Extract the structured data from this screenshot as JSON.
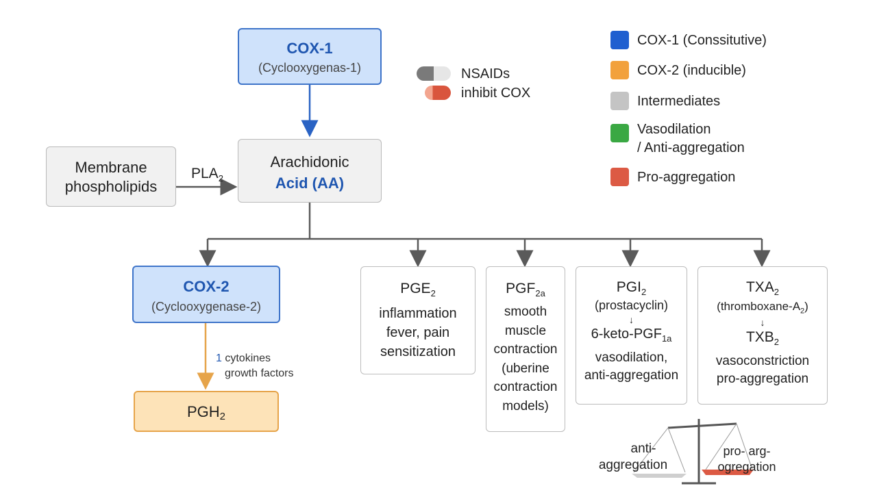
{
  "cox1": {
    "title": "COX-1",
    "subtitle": "(Cyclooxygenas-1)"
  },
  "membrane": {
    "line1": "Membrane",
    "line2": "phospholipids"
  },
  "pla2": {
    "label": "PLA",
    "sub": "2"
  },
  "aa": {
    "line1": "Arachidonic",
    "line2": "Acid (AA)"
  },
  "nsaids": {
    "line1": "NSAIDs",
    "line2": "inhibit COX"
  },
  "legend": {
    "items": [
      {
        "label": "COX-1 (Conssitutive)",
        "color": "#1f5fd0"
      },
      {
        "label": "COX-2 (inducible)",
        "color": "#f2a13c"
      },
      {
        "label": "Intermediates",
        "color": "#c4c4c4"
      },
      {
        "label": "Vasodilation",
        "label2": "/ Anti-aggregation",
        "color": "#3aa843"
      },
      {
        "label": "Pro-aggregation",
        "color": "#dc5a44"
      }
    ]
  },
  "cox2": {
    "title": "COX-2",
    "subtitle": "(Cyclooxygenase-2)"
  },
  "cytokines": {
    "arrow": "1",
    "line1": "cytokines",
    "line2": "growth factors"
  },
  "pgh2": {
    "label": "PGH",
    "sub": "2"
  },
  "pge2": {
    "title": "PGE",
    "sub": "2",
    "lines": [
      "inflammation",
      "fever, pain",
      "sensitization"
    ]
  },
  "pgf2a": {
    "title": "PGF",
    "sub": "2a",
    "lines": [
      "smooth",
      "muscle",
      "contraction",
      "(uberine",
      "contraction",
      "models)"
    ]
  },
  "pgi2": {
    "title": "PGI",
    "sub": "2",
    "line1": "(prostacyclin)",
    "arrow": "↓",
    "metab": "6-keto-PGF",
    "metab_sub": "1a",
    "lines": [
      "vasodilation,",
      "anti-aggregation"
    ]
  },
  "txa2": {
    "title": "TXA",
    "sub": "2",
    "line1": "(thromboxane-A",
    "line1_sub": "2",
    "line1_end": ")",
    "arrow": "↓",
    "metab": "TXB",
    "metab_sub": "2",
    "lines": [
      "vasoconstriction",
      "pro-aggregation"
    ]
  },
  "balance": {
    "left1": "anti-",
    "left2": "aggregation",
    "right1": "pro-  arg-",
    "right2": "ogregation"
  },
  "colors": {
    "arrow_gray": "#5a5a5a",
    "arrow_blue": "#2a63c4",
    "arrow_orange": "#e6a44a",
    "balance_red": "#dc5a44"
  }
}
